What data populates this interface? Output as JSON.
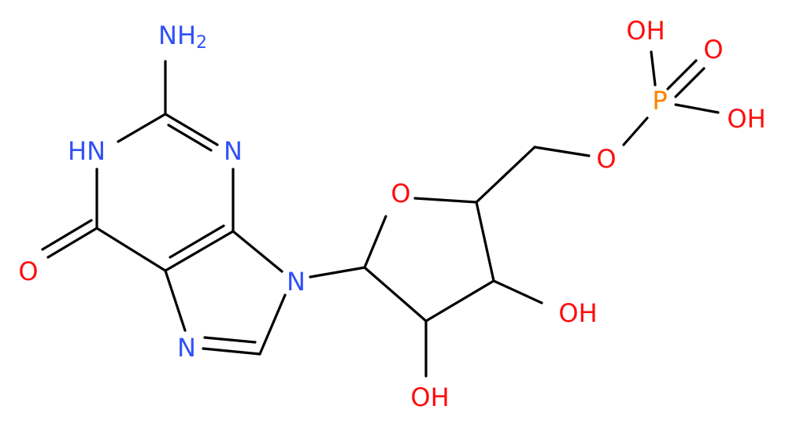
{
  "colors": {
    "bond": "#000000",
    "nitrogen": "#3050F8",
    "oxygen": "#FF0D0D",
    "phosphorus": "#FF8000",
    "background": "#FFFFFF"
  },
  "atoms": {
    "nh2": {
      "main": "NH",
      "sub": "2",
      "element": "N"
    },
    "nh": {
      "main": "HN",
      "element": "N"
    },
    "n3": {
      "main": "N",
      "element": "N"
    },
    "n7": {
      "main": "N",
      "element": "N"
    },
    "n9": {
      "main": "N",
      "element": "N"
    },
    "o6": {
      "main": "O",
      "element": "O"
    },
    "o_ring": {
      "main": "O",
      "element": "O"
    },
    "o5": {
      "main": "O",
      "element": "O"
    },
    "oh3": {
      "main": "OH",
      "element": "O"
    },
    "oh2": {
      "main": "OH",
      "element": "O"
    },
    "p": {
      "main": "P",
      "element": "P"
    },
    "p_oh_top": {
      "main": "OH",
      "element": "O"
    },
    "p_o": {
      "main": "O",
      "element": "O"
    },
    "p_oh_right": {
      "main": "OH",
      "element": "O"
    }
  }
}
